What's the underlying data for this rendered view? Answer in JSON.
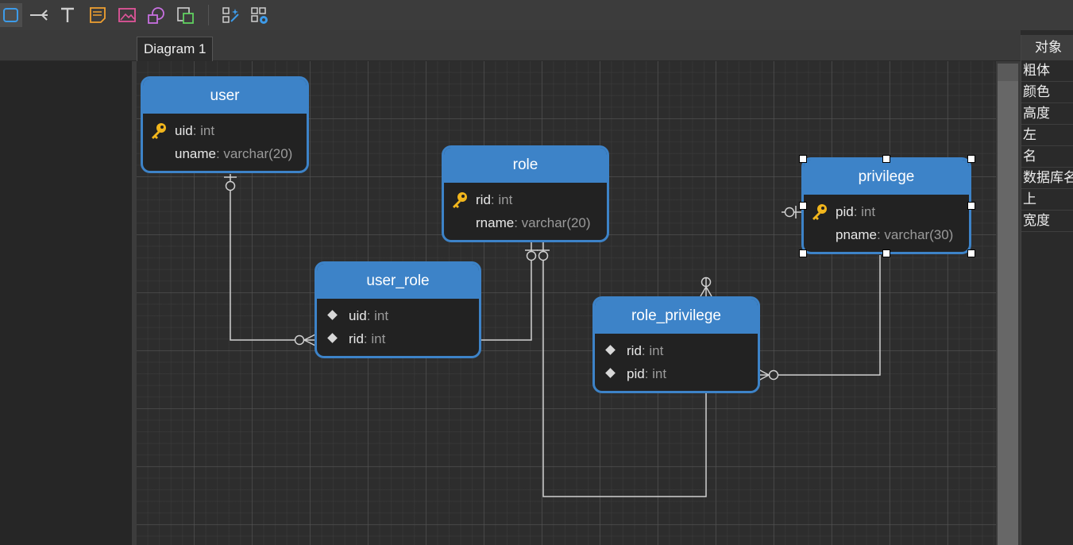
{
  "toolbar": {
    "tools": [
      {
        "name": "select-tool",
        "icon": "select-icon",
        "active": true
      },
      {
        "name": "relation-tool",
        "icon": "relation-icon"
      },
      {
        "name": "text-tool",
        "icon": "text-icon"
      },
      {
        "name": "note-tool",
        "icon": "note-icon"
      },
      {
        "name": "image-tool",
        "icon": "image-icon"
      },
      {
        "name": "shape-tool",
        "icon": "shape-icon"
      },
      {
        "name": "layer-tool",
        "icon": "layer-icon"
      },
      {
        "name": "auto-layout-tool",
        "icon": "magic-wand-icon"
      },
      {
        "name": "diagram-settings-tool",
        "icon": "diagram-gear-icon"
      }
    ]
  },
  "tabs": {
    "active": "Diagram 1"
  },
  "properties": {
    "title": "对象",
    "items": [
      "粗体",
      "颜色",
      "高度",
      "左",
      "名",
      "数据库名",
      "上",
      "宽度"
    ]
  },
  "entities": [
    {
      "id": "user",
      "name": "user",
      "attrs": [
        {
          "name": "uid",
          "type": ": int",
          "key": "primary"
        },
        {
          "name": "uname",
          "type": ": varchar(20)",
          "key": "none"
        }
      ]
    },
    {
      "id": "role",
      "name": "role",
      "attrs": [
        {
          "name": "rid",
          "type": ": int",
          "key": "primary"
        },
        {
          "name": "rname",
          "type": ": varchar(20)",
          "key": "none"
        }
      ]
    },
    {
      "id": "privilege",
      "name": "privilege",
      "selected": true,
      "attrs": [
        {
          "name": "pid",
          "type": ": int",
          "key": "primary"
        },
        {
          "name": "pname",
          "type": ": varchar(30)",
          "key": "none"
        }
      ]
    },
    {
      "id": "user_role",
      "name": "user_role",
      "attrs": [
        {
          "name": "uid",
          "type": ": int",
          "key": "foreign"
        },
        {
          "name": "rid",
          "type": ": int",
          "key": "foreign"
        }
      ]
    },
    {
      "id": "role_privilege",
      "name": "role_privilege",
      "attrs": [
        {
          "name": "rid",
          "type": ": int",
          "key": "foreign"
        },
        {
          "name": "pid",
          "type": ": int",
          "key": "foreign"
        }
      ]
    }
  ],
  "colors": {
    "entity_header": "#3d83c8",
    "entity_body": "#222222",
    "relation_line": "#d0d0d0",
    "key_icon": "#f2b61c"
  }
}
